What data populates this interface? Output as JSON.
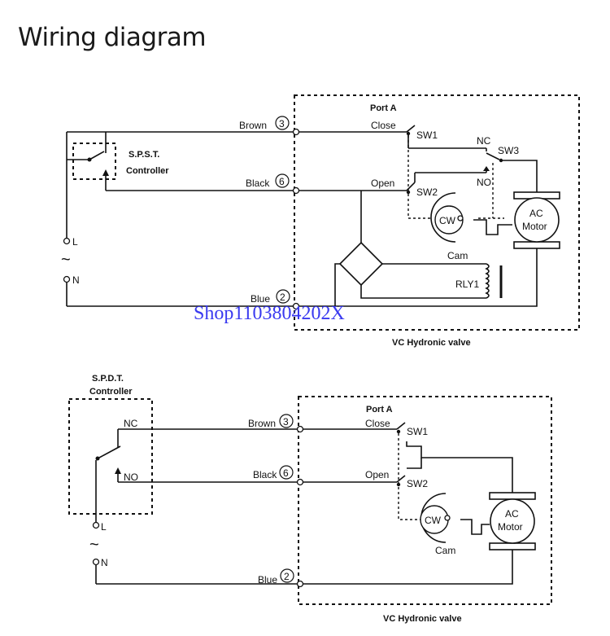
{
  "title": "Wiring diagram",
  "watermark": "Shop1103804202X",
  "top": {
    "controller_line1": "S.P.S.T.",
    "controller_line2": "Controller",
    "port": "Port A",
    "brown": "Brown",
    "brown_num": "3",
    "black": "Black",
    "black_num": "6",
    "blue": "Blue",
    "blue_num": "2",
    "close": "Close",
    "open": "Open",
    "sw1": "SW1",
    "sw2": "SW2",
    "sw3": "SW3",
    "nc": "NC",
    "no": "NO",
    "cw": "CW",
    "cam": "Cam",
    "motor_line1": "AC",
    "motor_line2": "Motor",
    "relay": "RLY1",
    "l": "L",
    "n": "N",
    "tilde": "~",
    "valve": "VC Hydronic valve"
  },
  "bottom": {
    "controller_line1": "S.P.D.T.",
    "controller_line2": "Controller",
    "port": "Port A",
    "brown": "Brown",
    "brown_num": "3",
    "black": "Black",
    "black_num": "6",
    "blue": "Blue",
    "blue_num": "2",
    "close": "Close",
    "open": "Open",
    "sw1": "SW1",
    "sw2": "SW2",
    "nc": "NC",
    "no": "NO",
    "cw": "CW",
    "cam": "Cam",
    "motor_line1": "AC",
    "motor_line2": "Motor",
    "l": "L",
    "n": "N",
    "tilde": "~",
    "valve": "VC Hydronic valve"
  }
}
